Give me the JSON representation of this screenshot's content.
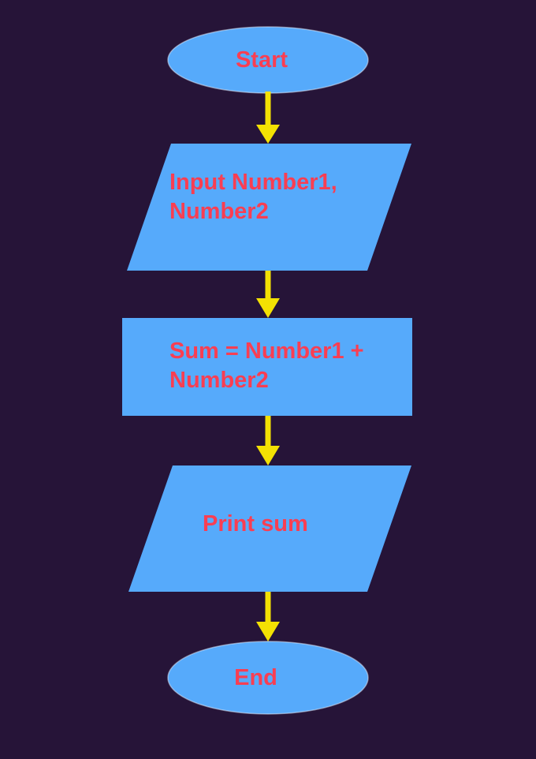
{
  "colors": {
    "background": "#261438",
    "node_fill": "#56aafb",
    "label_text": "#f93e52",
    "arrow": "#f3e103"
  },
  "flowchart": {
    "nodes": {
      "start": {
        "type": "terminator-ellipse",
        "label": "Start"
      },
      "input": {
        "type": "io-parallelogram",
        "line1": "Input Number1,",
        "line2": "Number2"
      },
      "process": {
        "type": "process-rectangle",
        "line1": "Sum = Number1 +",
        "line2": "Number2"
      },
      "output": {
        "type": "io-parallelogram",
        "label": "Print sum"
      },
      "end": {
        "type": "terminator-ellipse",
        "label": "End"
      }
    },
    "connectors": [
      {
        "from": "start",
        "to": "input"
      },
      {
        "from": "input",
        "to": "process"
      },
      {
        "from": "process",
        "to": "output"
      },
      {
        "from": "output",
        "to": "end"
      }
    ]
  }
}
